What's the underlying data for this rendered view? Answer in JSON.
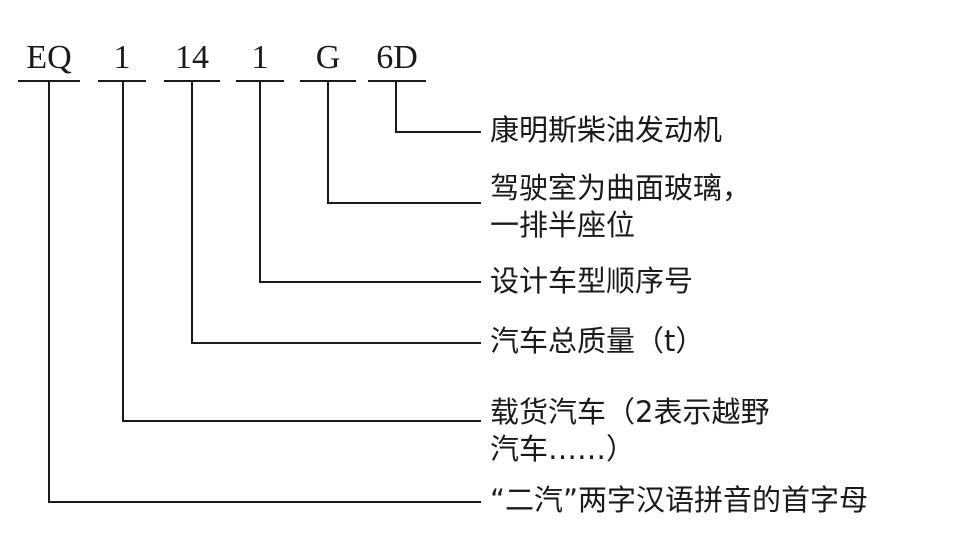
{
  "code_segments": [
    "EQ",
    "1",
    "14",
    "1",
    "G",
    "6D"
  ],
  "descriptions": [
    [
      "康明斯柴油发动机"
    ],
    [
      "驾驶室为曲面玻璃，",
      "一排半座位"
    ],
    [
      "设计车型顺序号"
    ],
    [
      "汽车总质量（t）"
    ],
    [
      "载货汽车（2表示越野",
      "汽车……）"
    ],
    [
      "“二汽”两字汉语拼音的首字母"
    ]
  ]
}
